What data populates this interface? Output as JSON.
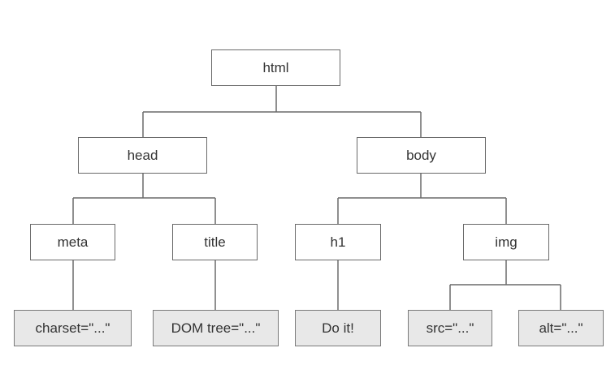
{
  "diagram": {
    "nodes": {
      "html": "html",
      "head": "head",
      "body": "body",
      "meta": "meta",
      "title": "title",
      "h1": "h1",
      "img": "img",
      "charset": "charset=\"...\"",
      "dom_tree": "DOM tree=\"...\"",
      "do_it": "Do it!",
      "src": "src=\"...\"",
      "alt": "alt=\"...\""
    },
    "edges": [
      [
        "html",
        "head"
      ],
      [
        "html",
        "body"
      ],
      [
        "head",
        "meta"
      ],
      [
        "head",
        "title"
      ],
      [
        "body",
        "h1"
      ],
      [
        "body",
        "img"
      ],
      [
        "meta",
        "charset"
      ],
      [
        "title",
        "dom_tree"
      ],
      [
        "h1",
        "do_it"
      ],
      [
        "img",
        "src"
      ],
      [
        "img",
        "alt"
      ]
    ]
  },
  "colors": {
    "line": "#6a6a6a",
    "leaf_fill": "#e8e8e8",
    "node_fill": "#ffffff"
  }
}
